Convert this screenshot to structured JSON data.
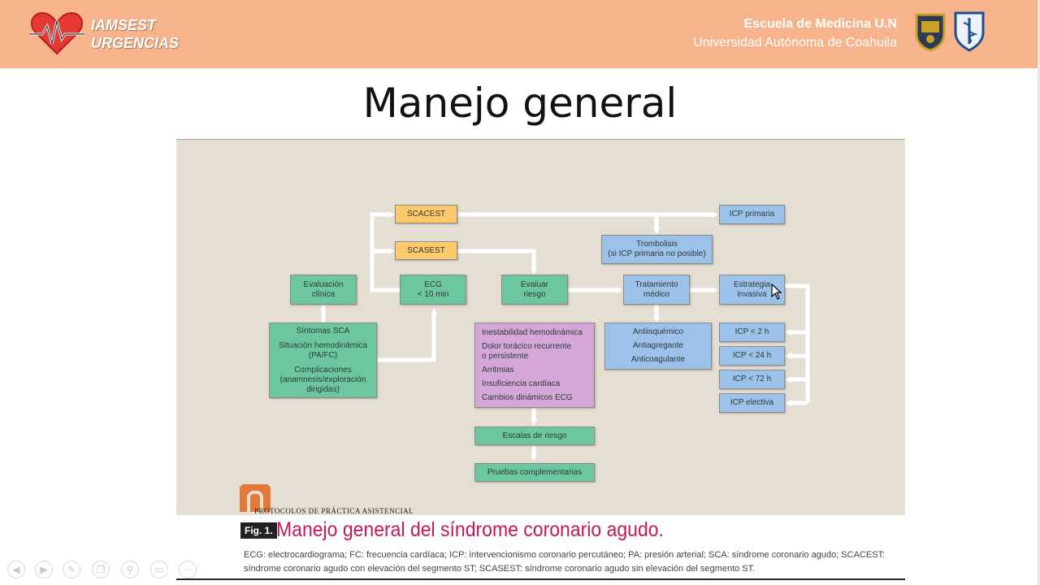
{
  "header": {
    "brand_line1": "IAMSEST",
    "brand_line2": "URGENCIAS",
    "school_line1": "Escuela de Medicina U.N",
    "school_line2": "Universidad Autónoma de Coahuila",
    "bg_color": "#f7b48c"
  },
  "slide": {
    "title": "Manejo general"
  },
  "diagram": {
    "scacest": "SCACEST",
    "scasest": "SCASEST",
    "icp_primaria": "ICP primaria",
    "trombolisis": "Trombolisis\n(si ICP primaria no posible)",
    "evaluacion": "Evaluación\nclínica",
    "ecg": "ECG\n< 10 min",
    "evaluar": "Evaluar\nriesgo",
    "tratamiento": "Tratamiento\nmédico",
    "estrategia": "Estrategia\ninvasiva",
    "sintomas": "Síntomas SCA",
    "situacion": "Situación hemodinámica\n(PA/FC)",
    "complicaciones": "Complicaciones\n(anamnesis/exploración\ndirigidas)",
    "riesgo_items": [
      "Inestabilidad hemodinámica",
      "Dolor torácico recurrente\no persistente",
      "Arritmias",
      "Insuficiencia cardíaca",
      "Cambios dinámicos ECG"
    ],
    "tratamiento_items": [
      "Antiisquémico",
      "Antiagregante",
      "Anticoagulante"
    ],
    "icp_2h": "ICP < 2 h",
    "icp_24h": "ICP < 24 h",
    "icp_72h": "ICP < 72 h",
    "icp_electiva": "ICP electiva",
    "escalas": "Escalas de riesgo",
    "pruebas": "Pruebas complementarias",
    "protocol": "PROTOCOLOS DE PRÁCTICA ASISTENCIAL"
  },
  "caption": {
    "label": "Fig. 1.",
    "title": "Manejo general del síndrome coronario agudo.",
    "legend": "ECG: electrocardiograma; FC: frecuencia cardíaca; ICP: intervencionismo coronario percutáneo; PA: presión arterial; SCA: síndrome coronario agudo; SCACEST: síndrome coronario agudo con elevación del segmento ST; SCASEST: síndrome coronario agudo sin elevación del segmento ST."
  },
  "controls": [
    "prev-icon",
    "next-icon",
    "pen-icon",
    "copy-icon",
    "zoom-icon",
    "subtitles-icon",
    "more-icon"
  ]
}
